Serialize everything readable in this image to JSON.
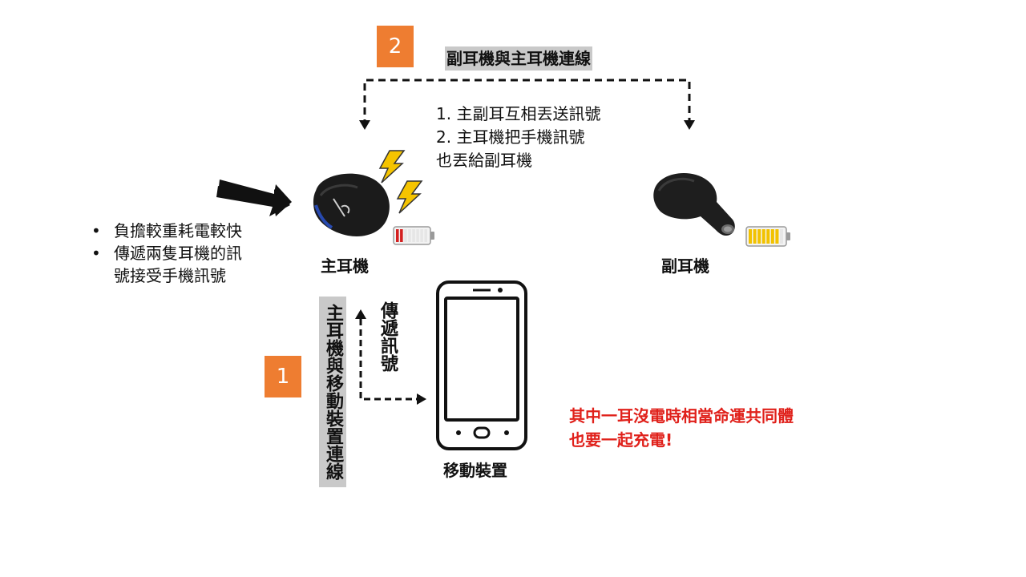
{
  "step_markers": [
    "2",
    "1"
  ],
  "link_secondary": {
    "label": "副耳機與主耳機連線",
    "steps": [
      "1.  主副耳互相丟送訊號",
      "2.  主耳機把手機訊號"
    ],
    "continuation": "也丟給副耳機"
  },
  "main_earbud": {
    "label": "主耳機",
    "notes": [
      "負擔較重耗電較快",
      "傳遞兩隻耳機的訊"
    ],
    "notes_continuation": "號接受手機訊號",
    "battery_level": 0.25
  },
  "secondary_earbud": {
    "label": "副耳機",
    "battery_level": 0.85
  },
  "link_phone": {
    "label": "主耳機與移動裝置連線",
    "arrow_label": "傳遞訊號"
  },
  "phone": {
    "label": "移動裝置"
  },
  "warning": {
    "lines": [
      "其中一耳沒電時相當命運共同體",
      "也要一起充電!"
    ],
    "color": "#e0211b"
  },
  "colors": {
    "accent": "#ee7d31",
    "label_bg": "#c9c9c9",
    "bolt": "#f5c400",
    "battery_low": "#d32020",
    "battery_full": "#f2c200"
  },
  "icons": [
    "earbud-icon",
    "lightning-icon",
    "battery-icon",
    "smartphone-icon",
    "arrow-icon"
  ]
}
